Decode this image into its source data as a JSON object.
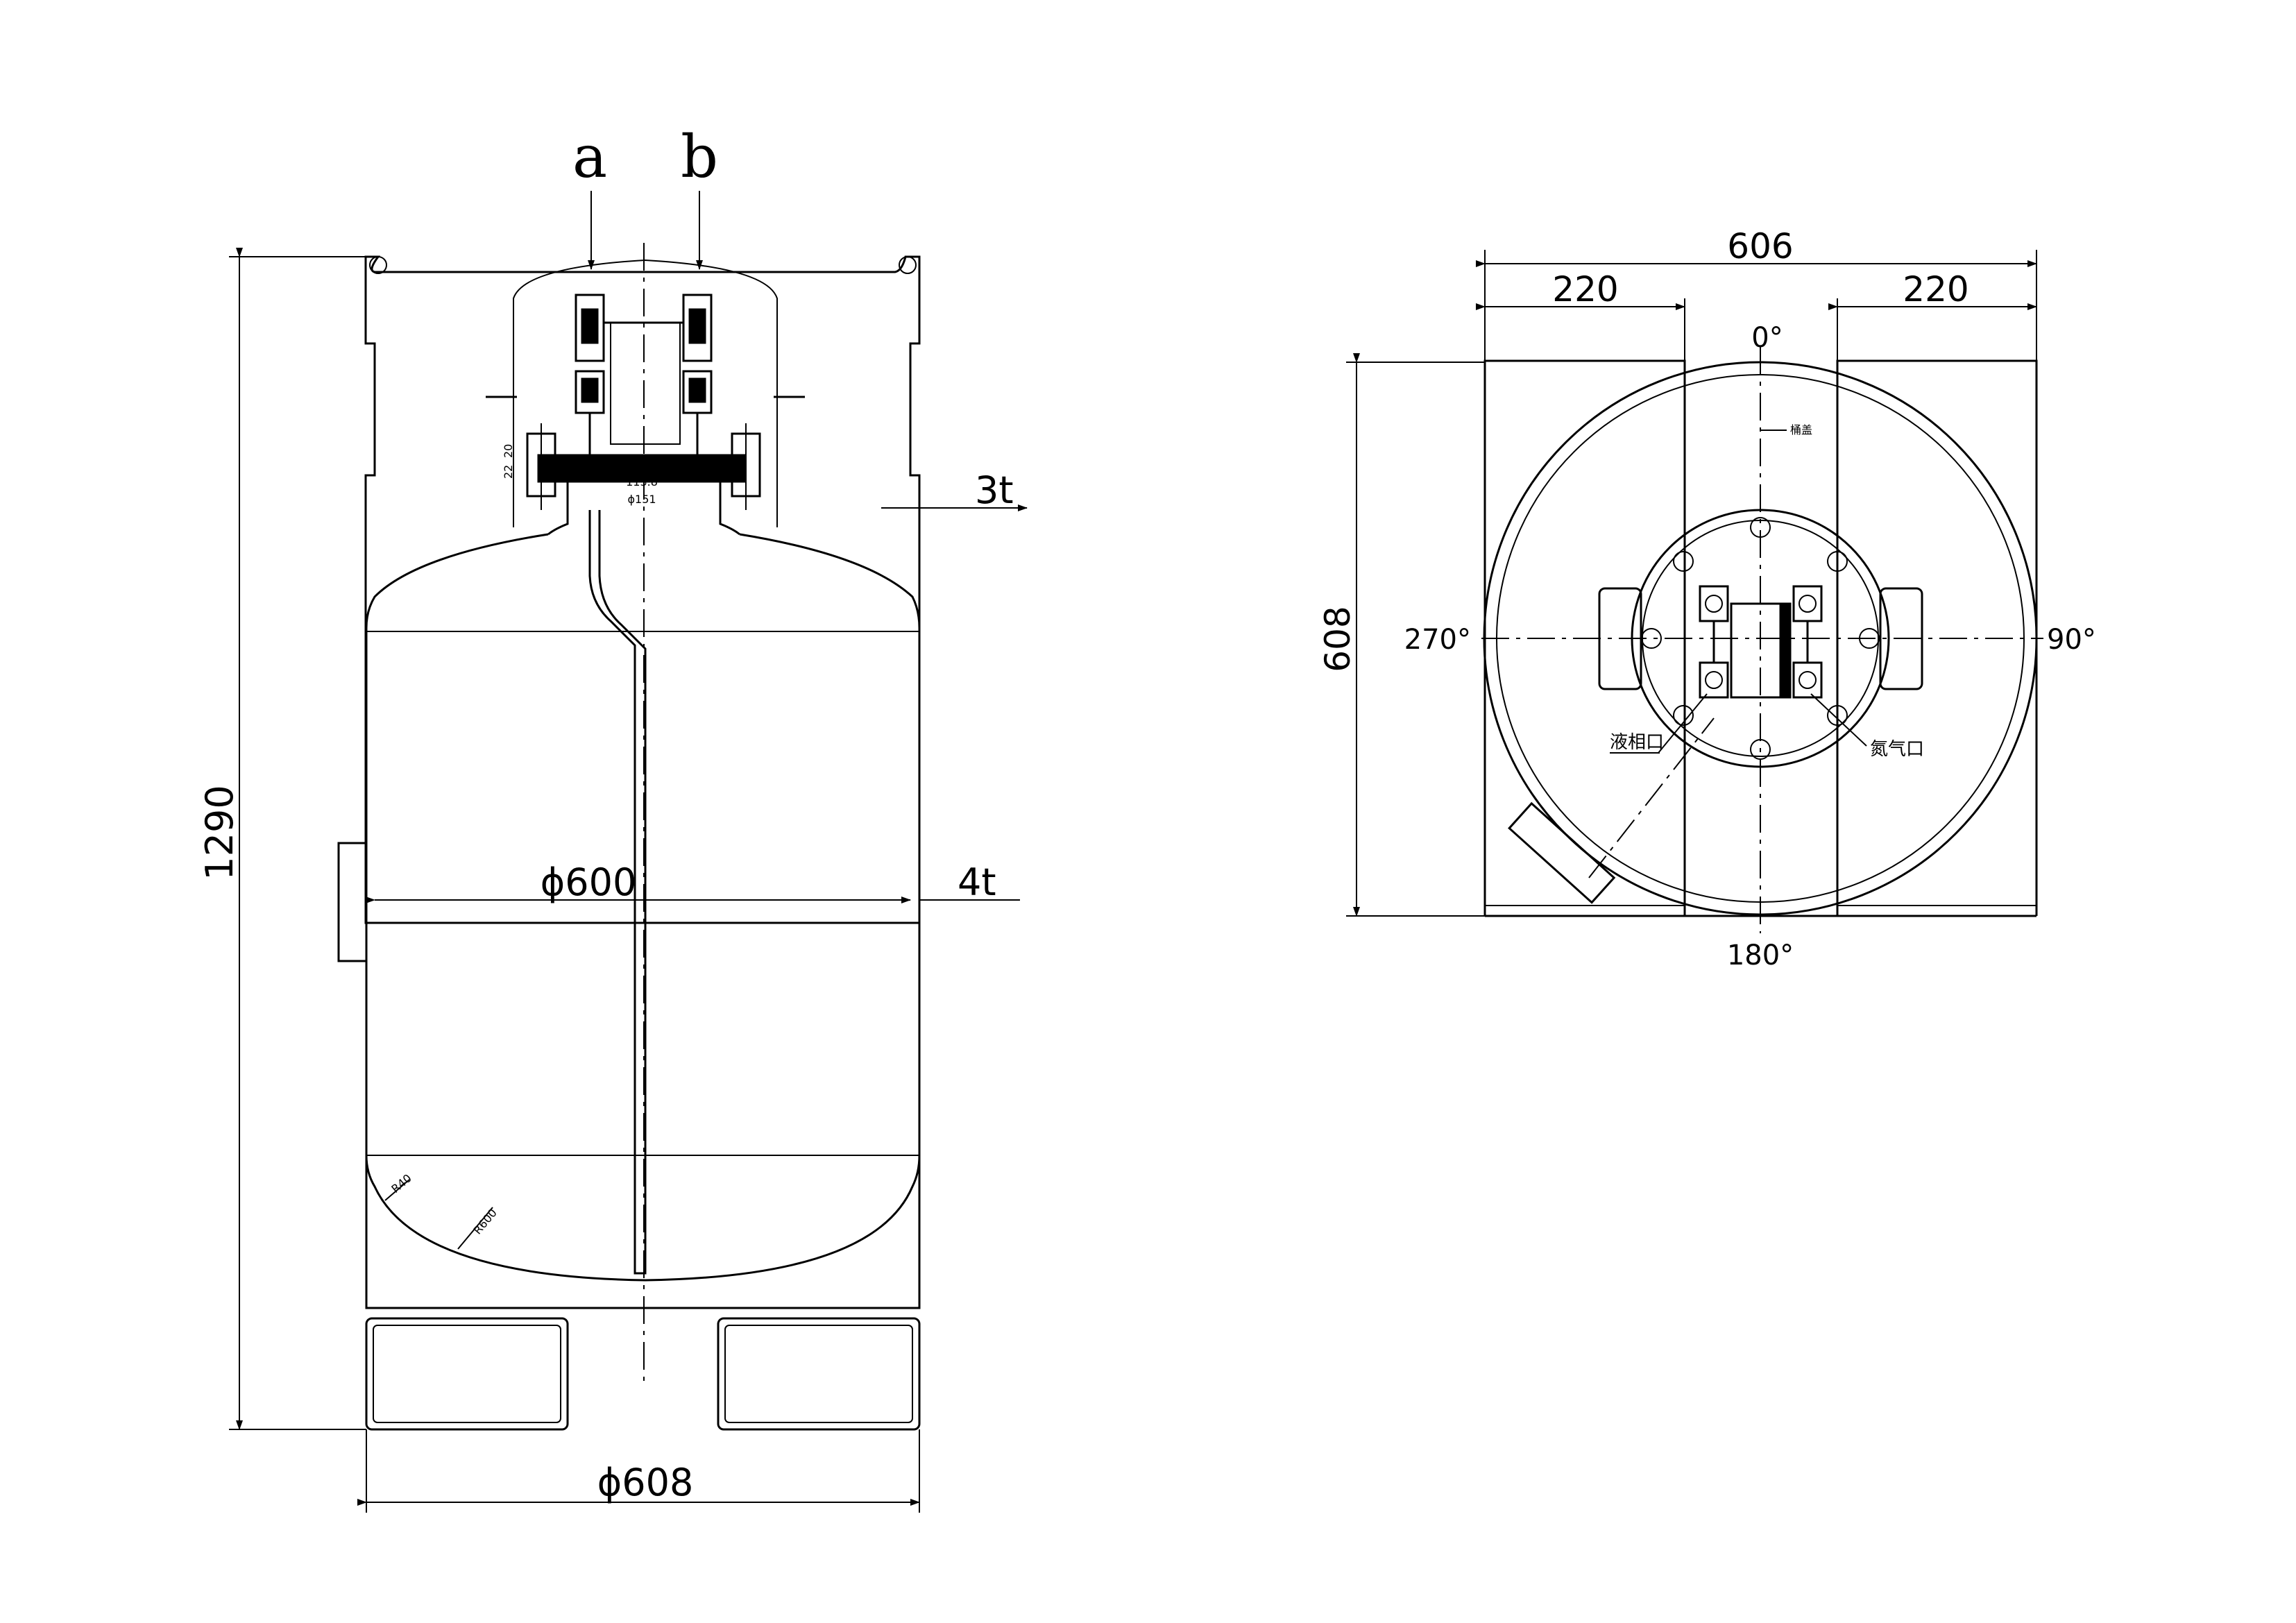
{
  "callouts": {
    "a": "a",
    "b": "b"
  },
  "front_view": {
    "height": "1290",
    "shell_thickness_top": "3t",
    "shell_thickness_body": "4t",
    "inner_diameter": "ϕ600",
    "outer_diameter": "ϕ608",
    "flange_width": "113.8",
    "flange_diameter": "ϕ151",
    "small_dims": [
      "22",
      "20",
      "R40",
      "R600"
    ]
  },
  "top_view": {
    "width": "606",
    "gap_left": "220",
    "gap_right": "220",
    "depth": "608",
    "angles": {
      "a0": "0°",
      "a90": "90°",
      "a180": "180°",
      "a270": "270°"
    },
    "labels": {
      "lid": "桶盖",
      "liquid_port": "液相口",
      "nitrogen_port": "氮气口"
    }
  }
}
